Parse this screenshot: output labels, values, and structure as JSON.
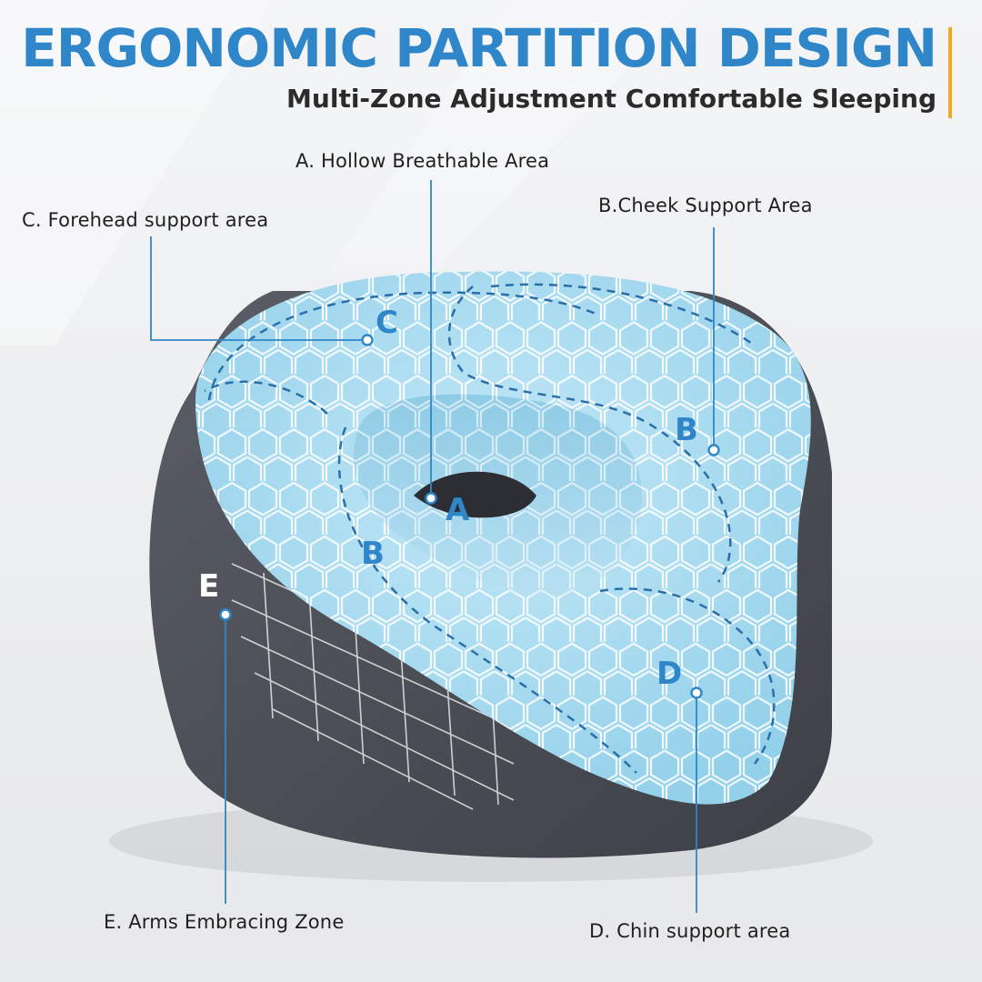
{
  "header": {
    "title": "ERGONOMIC PARTITION DESIGN",
    "subtitle": "Multi-Zone Adjustment Comfortable Sleeping"
  },
  "zones": {
    "a": {
      "letter": "A",
      "label": "A. Hollow Breathable Area"
    },
    "b": {
      "letter": "B",
      "label": "B.Cheek Support Area"
    },
    "c": {
      "letter": "C",
      "label": "C. Forehead support area"
    },
    "d": {
      "letter": "D",
      "label": "D. Chin support area"
    },
    "e": {
      "letter": "E",
      "label": "E. Arms Embracing Zone"
    }
  },
  "colors": {
    "title_blue": "#2f86c8",
    "accent_orange": "#f5a623",
    "cushion_gray": "#4a4d54",
    "gel_blue": "#a9dcf1",
    "marker_blue": "#2f86c8"
  }
}
